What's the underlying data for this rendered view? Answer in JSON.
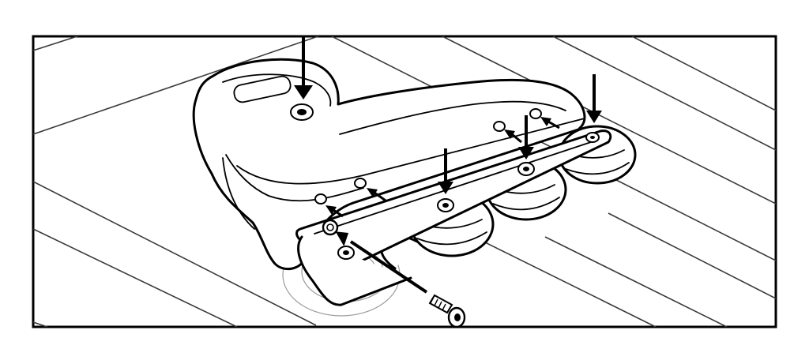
{
  "figure": {
    "subject": "inline-skate-frame-mounting",
    "background_color": "#ffffff",
    "line_color": "#000000",
    "ghost_line_color": "#9a9a9a",
    "wheel_count": 4,
    "mount_bolt_count": 4,
    "screw_count": 1
  }
}
